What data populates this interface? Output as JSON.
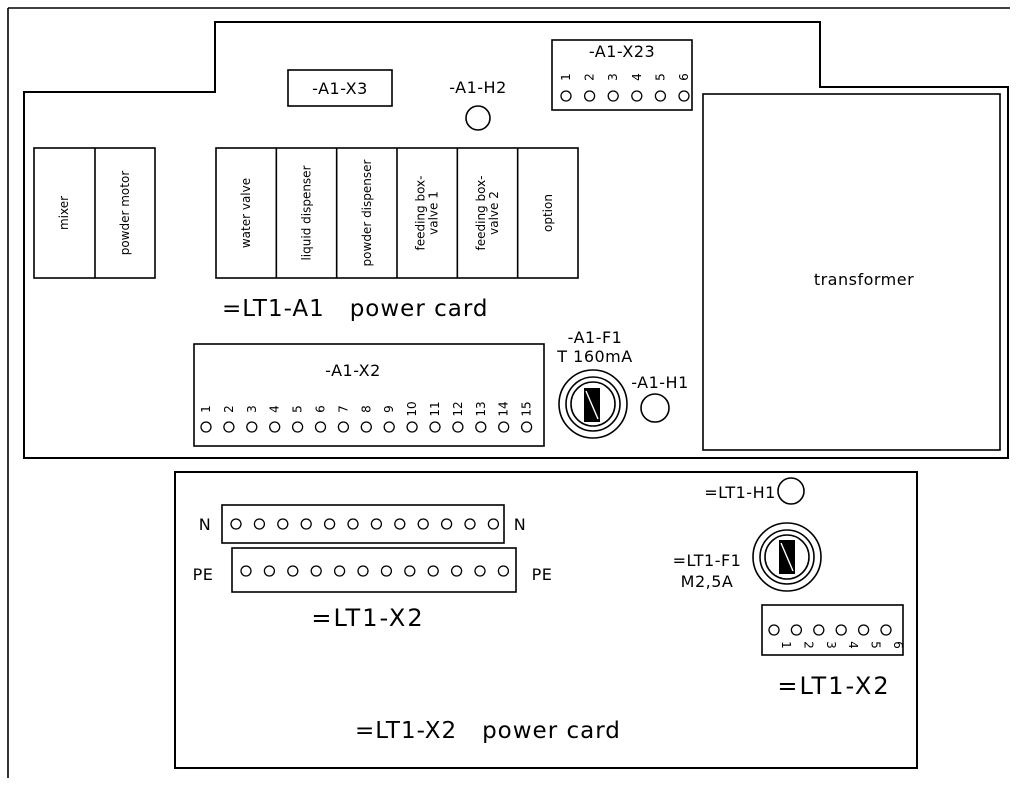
{
  "board_a1": {
    "title": "=LT1-A1   power card",
    "x3_label": "-A1-X3",
    "h2_label": "-A1-H2",
    "x23": {
      "label": "-A1-X23",
      "pins": [
        "1",
        "2",
        "3",
        "4",
        "5",
        "6"
      ]
    },
    "left_block": [
      "mixer",
      "powder motor"
    ],
    "valve_block": [
      [
        "water valve"
      ],
      [
        "liquid dispenser"
      ],
      [
        "powder dispenser"
      ],
      [
        "feeding box-",
        "valve 1"
      ],
      [
        "feeding box-",
        "valve 2"
      ],
      [
        "option"
      ]
    ],
    "transformer_label": "transformer",
    "x2": {
      "label": "-A1-X2",
      "pins": [
        "1",
        "2",
        "3",
        "4",
        "5",
        "6",
        "7",
        "8",
        "9",
        "10",
        "11",
        "12",
        "13",
        "14",
        "15"
      ]
    },
    "fuse": {
      "label": "-A1-F1",
      "rating": "T 160mA"
    },
    "h1_label": "-A1-H1"
  },
  "board_lt1": {
    "title": "=LT1-X2   power card",
    "terminal": {
      "n_left": "N",
      "n_right": "N",
      "pe_left": "PE",
      "pe_right": "PE",
      "n_count": 12,
      "pe_count": 12,
      "label": "=LT1-X2"
    },
    "h1_label": "=LT1-H1",
    "fuse": {
      "label": "=LT1-F1",
      "rating": "M2,5A"
    },
    "x2_small": {
      "label": "=LT1-X2",
      "pins": [
        "1",
        "2",
        "3",
        "4",
        "5",
        "6"
      ]
    }
  }
}
